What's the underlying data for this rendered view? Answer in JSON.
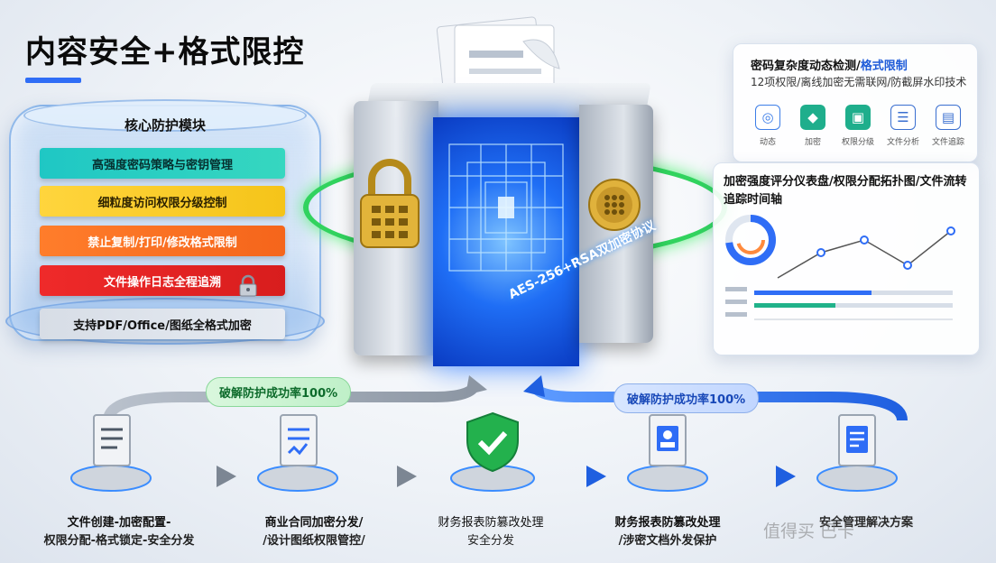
{
  "header": {
    "title": "内容安全+格式限控"
  },
  "core_module": {
    "title": "核心防护模块",
    "layers": [
      {
        "label": "高强度密码策略与密钥管理"
      },
      {
        "label": "细粒度访问权限分级控制"
      },
      {
        "label": "禁止复制/打印/修改格式限制"
      },
      {
        "label": "文件操作日志全程追溯"
      },
      {
        "label": "支持PDF/Office/图纸全格式加密"
      }
    ]
  },
  "cube": {
    "label": "AES-256+RSA双加密协议"
  },
  "panel_detect": {
    "title_main": "密码复杂度动态检测/",
    "title_highlight": "格式限制",
    "subtitle": "12项权限/离线加密无需联网/防截屏水印技术",
    "icons": [
      {
        "name": "wifi-shield-icon",
        "label": "动态",
        "color": "#3d7ee8"
      },
      {
        "name": "shield-icon",
        "label": "加密",
        "color": "#1fae8c"
      },
      {
        "name": "permission-icon",
        "label": "权限分级",
        "color": "#1fae8c"
      },
      {
        "name": "document-icon",
        "label": "文件分析",
        "color": "#3a6fd0"
      },
      {
        "name": "tracking-icon",
        "label": "文件追踪",
        "color": "#3a6fd0"
      }
    ]
  },
  "panel_dashboard": {
    "title": "加密强度评分仪表盘/权限分配拓扑图/文件流转追踪时间轴"
  },
  "flow": {
    "badge_left": "破解防护成功率100%",
    "badge_right": "破解防护成功率100%",
    "stages": [
      {
        "line1": "文件创建-加密配置-",
        "line2": "权限分配-格式锁定-安全分发"
      },
      {
        "line1": "商业合同加密分发/",
        "line2": "/设计图纸权限管控/"
      },
      {
        "line1": "财务报表防篡改处理",
        "line2": "安全分发"
      },
      {
        "line1": "财务报表防篡改处理",
        "line2": "/涉密文档外发保护"
      },
      {
        "line1": "安全管理解决方案",
        "line2": ""
      }
    ]
  },
  "watermark": "值得买 巴卡",
  "colors": {
    "accent": "#2f6df6",
    "ring": "#31d35e",
    "flow_blue": "#2c6cf0"
  }
}
